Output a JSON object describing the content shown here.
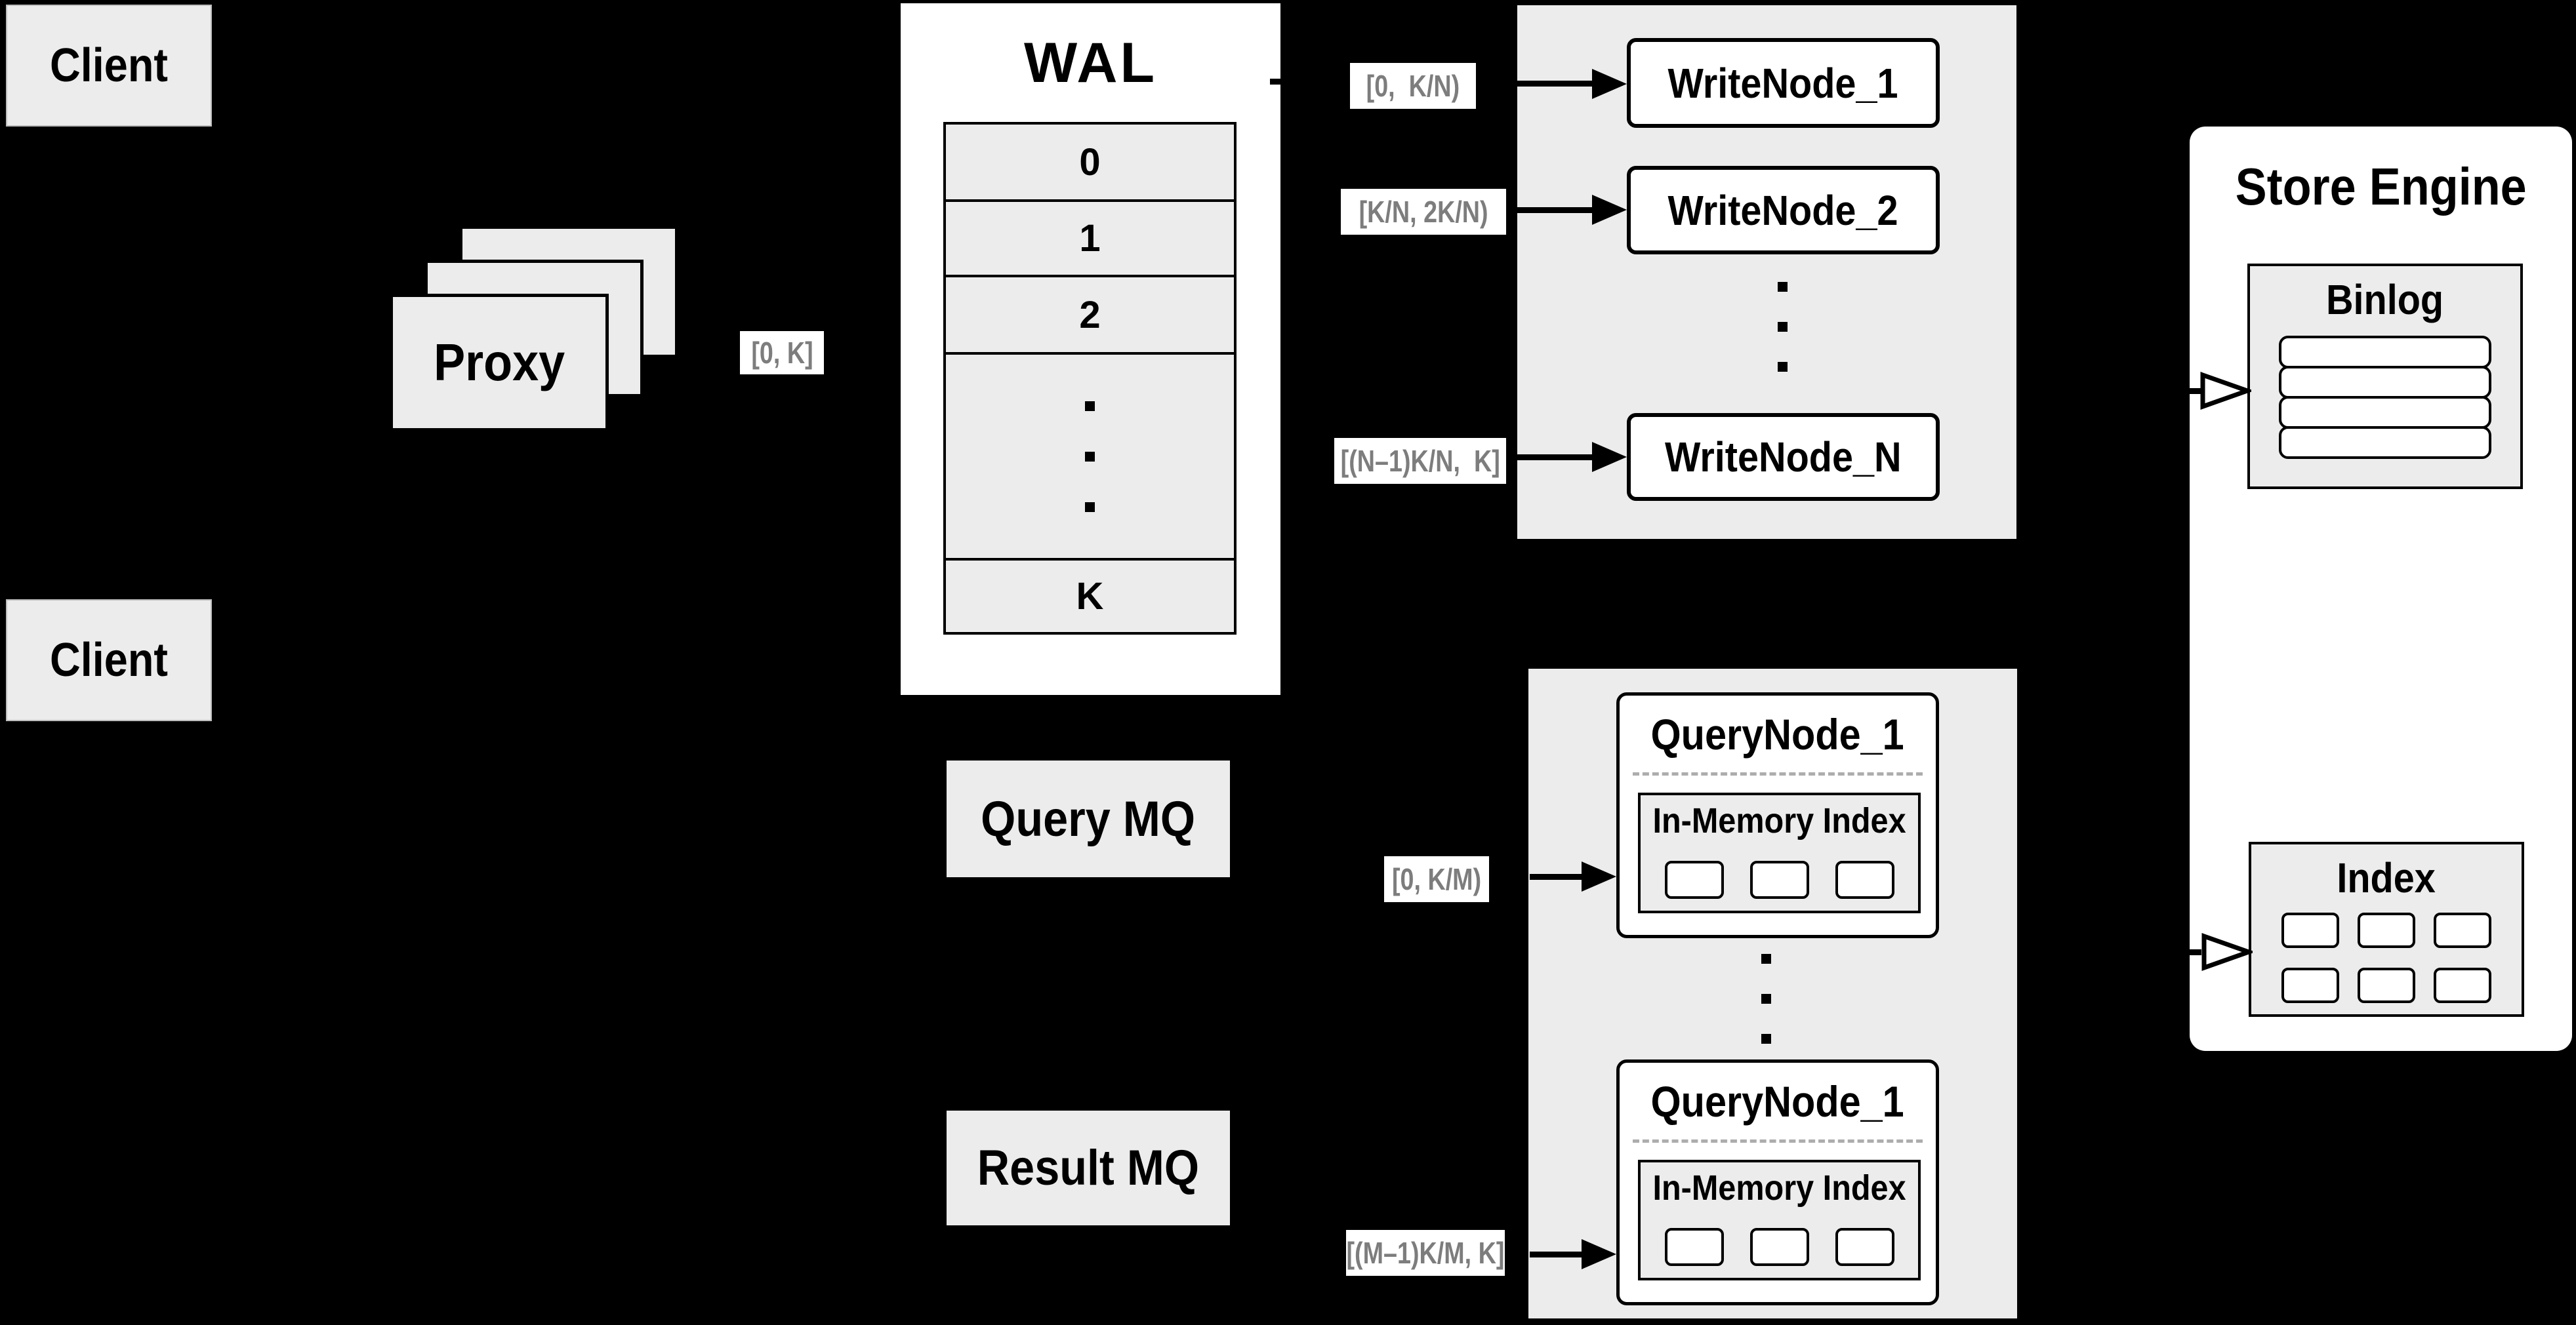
{
  "colors": {
    "background": "#000000",
    "box_gray": "#ececec",
    "box_white": "#ffffff",
    "border": "#000000",
    "edge_label_text": "#7d7d7d",
    "dashed_divider": "#adadad"
  },
  "clients": {
    "top": "Client",
    "bottom": "Client"
  },
  "proxy": {
    "label": "Proxy"
  },
  "wal": {
    "title": "WAL",
    "segments": [
      "0",
      "1",
      "2"
    ],
    "last_segment": "K"
  },
  "edge_labels": {
    "proxy_to_wal": "[0, K]",
    "wal_to_write_1": "[0,  K/N)",
    "wal_to_write_2": "[K/N, 2K/N)",
    "wal_to_write_n": "[(N–1)K/N,  K]",
    "mq_to_query_1": "[0, K/M)",
    "mq_to_query_m": "[(M–1)K/M, K]"
  },
  "write_group": {
    "nodes": [
      "WriteNode_1",
      "WriteNode_2",
      "WriteNode_N"
    ]
  },
  "store_engine": {
    "title": "Store Engine",
    "binlog_title": "Binlog",
    "binlog_row_count": 4,
    "index_title": "Index",
    "index_cell_count": 6
  },
  "mq": {
    "query": "Query MQ",
    "result": "Result MQ"
  },
  "query_group": {
    "nodes": [
      {
        "title": "QueryNode_1",
        "index_title": "In-Memory Index",
        "segment_count": 3
      },
      {
        "title": "QueryNode_1",
        "index_title": "In-Memory Index",
        "segment_count": 3
      }
    ]
  }
}
